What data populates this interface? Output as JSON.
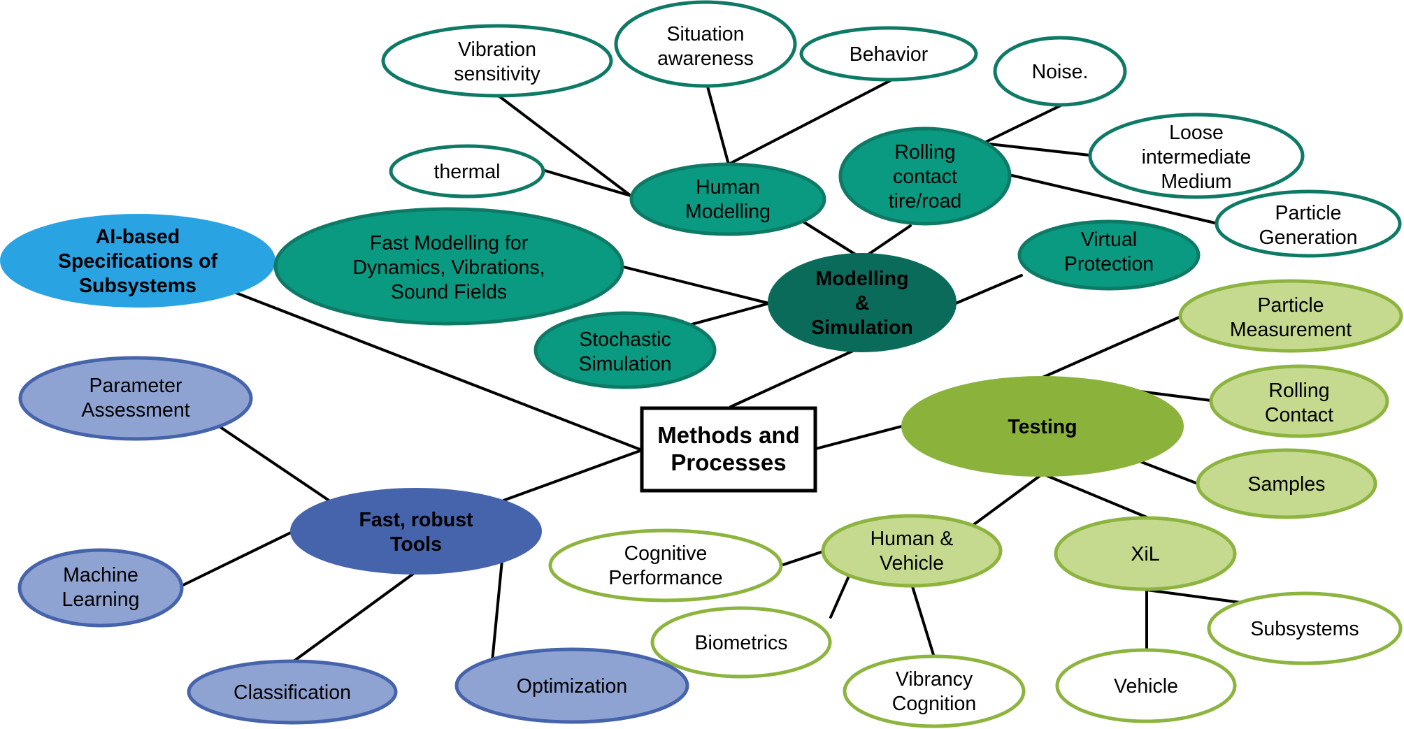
{
  "center": {
    "lines": [
      "Methods and",
      "Processes"
    ]
  },
  "nodes": {
    "ai_spec": {
      "lines": [
        "AI-based",
        "Specifications of",
        "Subsystems"
      ]
    },
    "modelling": {
      "lines": [
        "Modelling",
        "&",
        "Simulation"
      ]
    },
    "fast_modelling": {
      "lines": [
        "Fast Modelling for",
        "Dynamics, Vibrations,",
        "Sound Fields"
      ]
    },
    "stochastic": {
      "lines": [
        "Stochastic",
        "Simulation"
      ]
    },
    "human_modelling": {
      "lines": [
        "Human",
        "Modelling"
      ]
    },
    "rolling_contact_tire": {
      "lines": [
        "Rolling",
        "contact",
        "tire/road"
      ]
    },
    "virtual_protection": {
      "lines": [
        "Virtual",
        "Protection"
      ]
    },
    "thermal": {
      "lines": [
        "thermal"
      ]
    },
    "vibration_sensitivity": {
      "lines": [
        "Vibration",
        "sensitivity"
      ]
    },
    "situation_awareness": {
      "lines": [
        "Situation",
        "awareness"
      ]
    },
    "behavior": {
      "lines": [
        "Behavior"
      ]
    },
    "noise": {
      "lines": [
        "Noise."
      ]
    },
    "loose_medium": {
      "lines": [
        "Loose",
        "intermediate",
        "Medium"
      ]
    },
    "particle_generation": {
      "lines": [
        "Particle",
        "Generation"
      ]
    },
    "testing": {
      "lines": [
        "Testing"
      ]
    },
    "particle_measurement": {
      "lines": [
        "Particle",
        "Measurement"
      ]
    },
    "rolling_contact": {
      "lines": [
        "Rolling",
        "Contact"
      ]
    },
    "samples": {
      "lines": [
        "Samples"
      ]
    },
    "human_vehicle": {
      "lines": [
        "Human &",
        "Vehicle"
      ]
    },
    "xil": {
      "lines": [
        "XiL"
      ]
    },
    "cognitive_performance": {
      "lines": [
        "Cognitive",
        "Performance"
      ]
    },
    "biometrics": {
      "lines": [
        "Biometrics"
      ]
    },
    "vibrancy_cognition": {
      "lines": [
        "Vibrancy",
        "Cognition"
      ]
    },
    "subsystems": {
      "lines": [
        "Subsystems"
      ]
    },
    "vehicle": {
      "lines": [
        "Vehicle"
      ]
    },
    "fast_tools": {
      "lines": [
        "Fast, robust",
        "Tools"
      ]
    },
    "parameter_assessment": {
      "lines": [
        "Parameter",
        "Assessment"
      ]
    },
    "machine_learning": {
      "lines": [
        "Machine",
        "Learning"
      ]
    },
    "classification": {
      "lines": [
        "Classification"
      ]
    },
    "optimization": {
      "lines": [
        "Optimization"
      ]
    }
  },
  "colors": {
    "line": "#000000",
    "teal_dark": "#0A6B5A",
    "teal": "#0A9A82",
    "teal_outline": "#0E7A66",
    "green_main": "#8BB33C",
    "green_light": "#C5DA8F",
    "green_outline": "#8CB43F",
    "blue_main": "#4664AB",
    "blue_light": "#8FA3D3",
    "blue_outline": "#4664AB",
    "cyan": "#2AA3E2"
  }
}
